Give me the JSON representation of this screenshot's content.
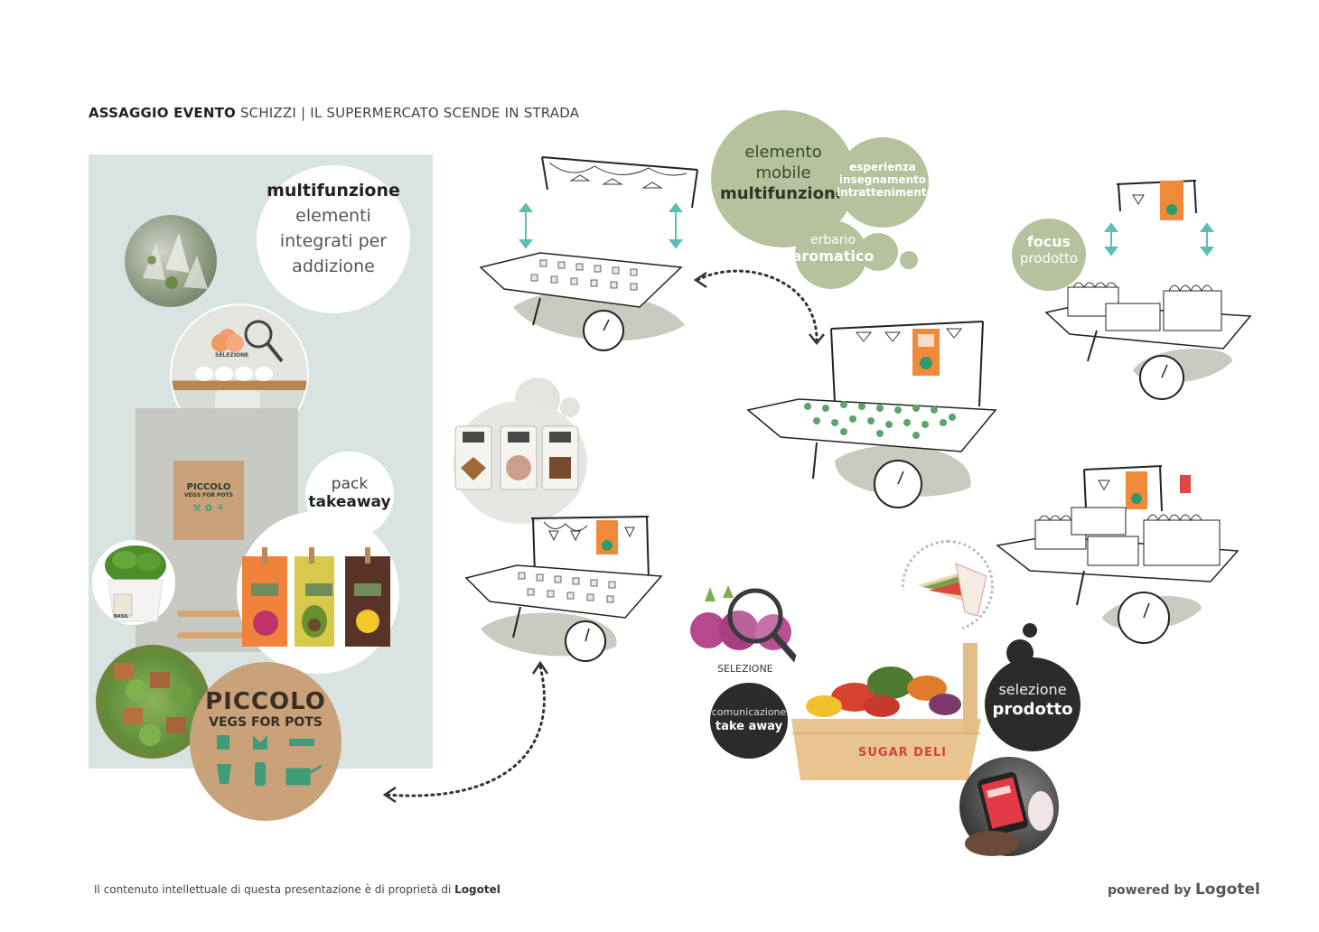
{
  "header": {
    "bold": "ASSAGGIO EVENTO",
    "rest": "SCHIZZI | IL SUPERMERCATO SCENDE IN STRADA"
  },
  "panel": {
    "multi_bold": "multifunzione",
    "multi_line1": "elementi",
    "multi_line2": "integrati per",
    "multi_line3": "addizione",
    "selezione_small": "SELEZIONE",
    "pack_line1": "pack",
    "pack_line2": "takeaway",
    "box_line1": "PICCOLO",
    "box_line2": "VEGS FOR POTS",
    "piccolo_big1": "PICCOLO",
    "piccolo_big2": "VEGS FOR POTS",
    "pot_label": "BASIL"
  },
  "bubbles": {
    "elemento_line1": "elemento",
    "elemento_line2": "mobile",
    "elemento_bold": "multifunzione",
    "esperienza_line1": "esperienza",
    "esperienza_line2": "insegnamento",
    "esperienza_line3": "intrattenimento",
    "erbario_line1": "erbario",
    "erbario_bold": "aromatico",
    "focus_bold": "focus",
    "focus_line2": "prodotto",
    "selezione_caption": "SELEZIONE",
    "comunicazione_line1": "comunicazione",
    "comunicazione_bold": "take away",
    "selezione_line1": "selezione",
    "selezione_bold": "prodotto",
    "sugar_deli": "SUGAR DELI"
  },
  "footer": {
    "left_text": "Il contenuto intellettuale di questa presentazione è di proprietà di",
    "left_brand": "Logotel",
    "right_text": "powered by",
    "right_brand": "Logotel"
  },
  "colors": {
    "panel_bg": "#d8e3e2",
    "sage": "#b5c29d",
    "dark": "#2d2a2a",
    "teal_arrow": "#5bbfb3",
    "orange": "#f08a3a",
    "kraft": "#c9a27a"
  },
  "icons": [
    "magnifier-icon",
    "double-arrow-icon",
    "cart-sketch",
    "lamp-icon",
    "dotted-arrow-icon"
  ]
}
